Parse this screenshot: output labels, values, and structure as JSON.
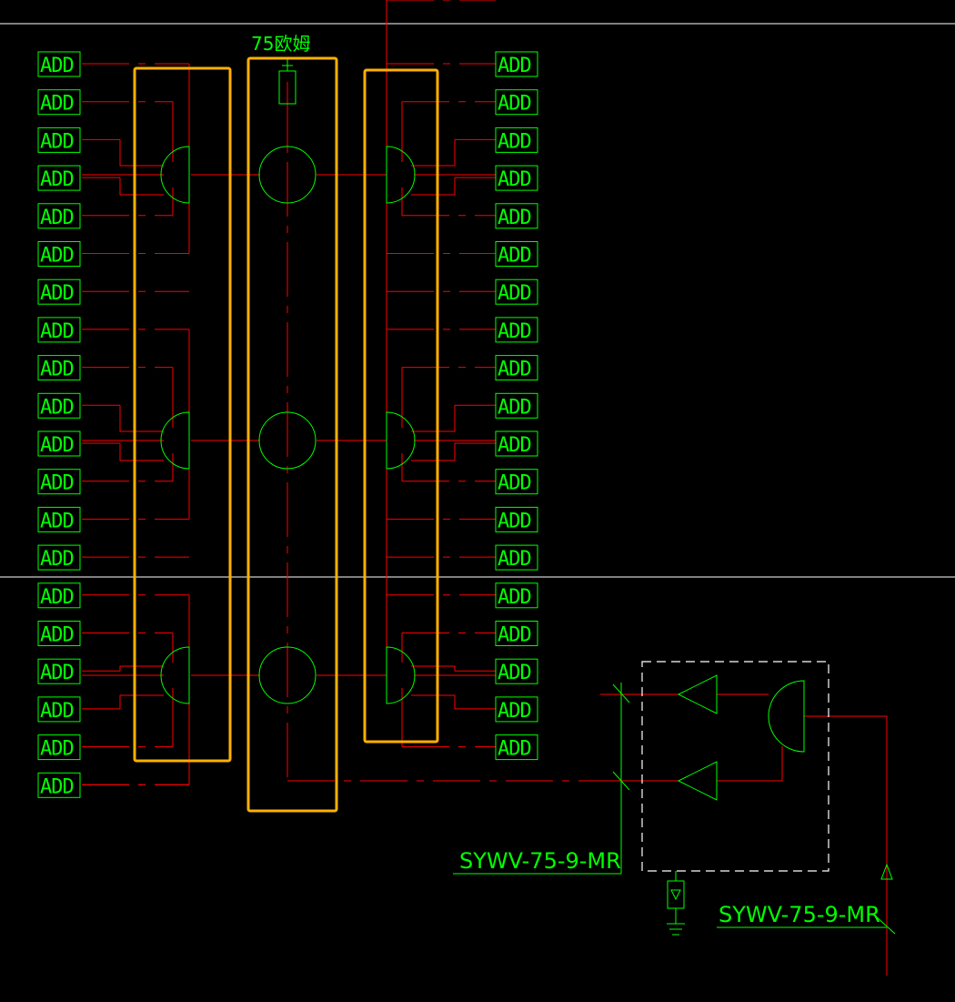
{
  "diagram": {
    "terminator_label": "75欧姆",
    "outlet_label": "ADD",
    "left_outlet_count": 20,
    "right_outlet_count": 19,
    "cable_label_left": "SYWV-75-9-MR",
    "cable_label_right": "SYWV-75-9-MR",
    "colors": {
      "background": "#000000",
      "wire": "#ff0000",
      "component": "#00ff00",
      "enclosure": "#ffb000",
      "grid_line": "#ffffff",
      "dashed_box": "#ffffff"
    }
  }
}
